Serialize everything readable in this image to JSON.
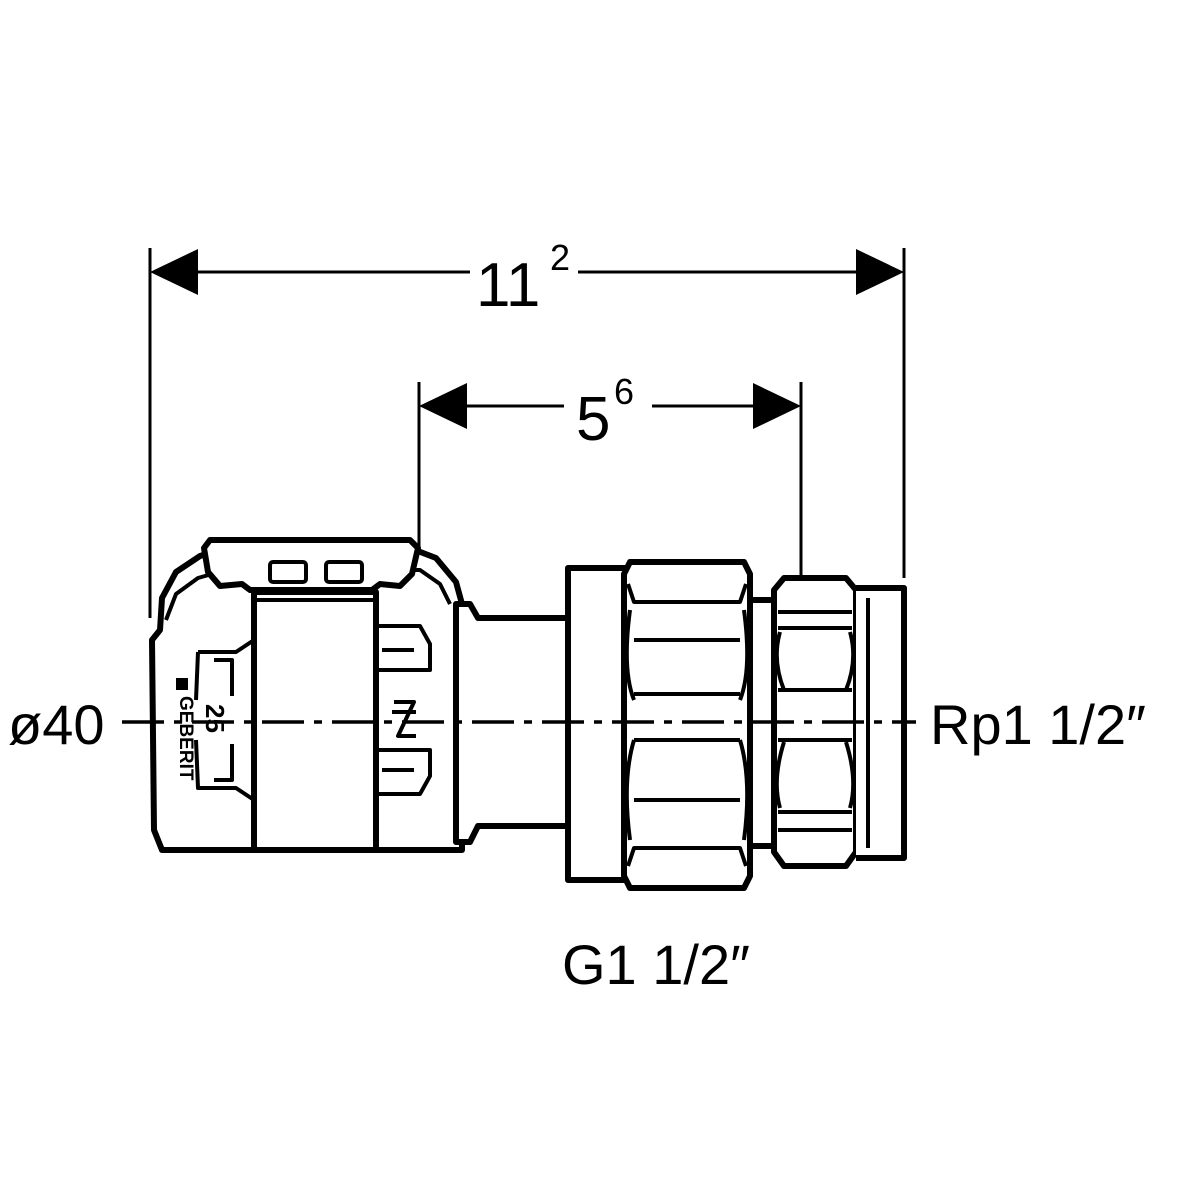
{
  "dimensions": {
    "overall_length": {
      "main": "11",
      "sup": "2"
    },
    "socket_length": {
      "main": "5",
      "sup": "6"
    }
  },
  "callouts": {
    "pipe_diameter": "ø40",
    "female_thread": "Rp1 1/2″",
    "male_thread": "G1 1/2″"
  },
  "markings": {
    "brand": "GEBERIT",
    "size": "25"
  },
  "colors": {
    "line": "#000000",
    "background": "#ffffff"
  }
}
